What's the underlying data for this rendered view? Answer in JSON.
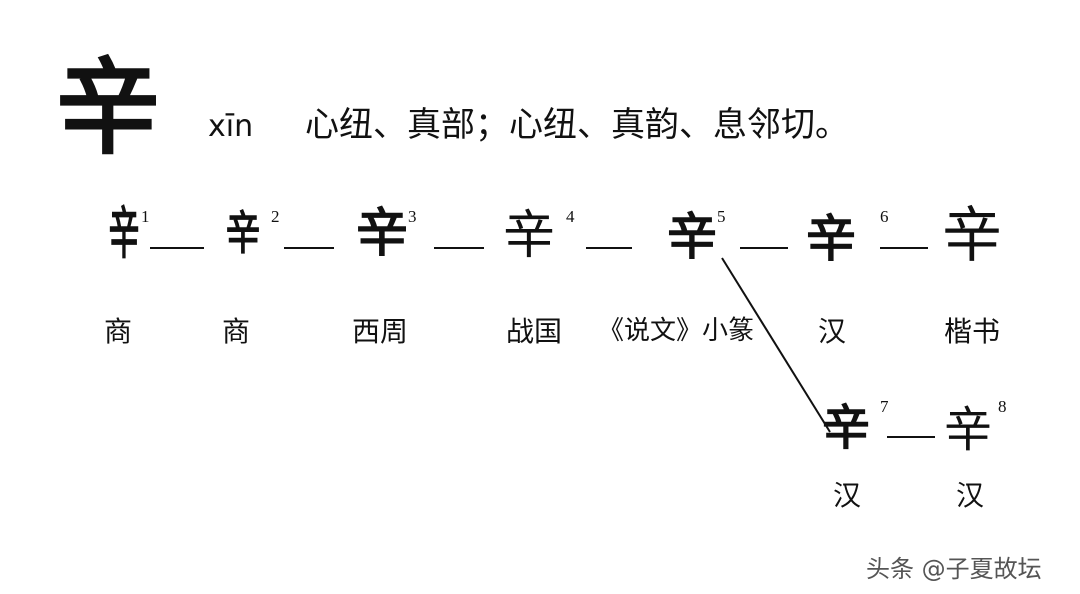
{
  "header": {
    "character": "辛",
    "pinyin": "xīn",
    "phonology": "心纽、真部；心纽、真韵、息邻切。"
  },
  "stages": [
    {
      "num": "1",
      "glyph": "辛",
      "label": "商"
    },
    {
      "num": "2",
      "glyph": "辛",
      "label": "商"
    },
    {
      "num": "3",
      "glyph": "辛",
      "label": "西周"
    },
    {
      "num": "4",
      "glyph": "辛",
      "label": "战国"
    },
    {
      "num": "5",
      "glyph": "辛",
      "label": "《说文》小篆"
    },
    {
      "num": "6",
      "glyph": "辛",
      "label": "汉"
    },
    {
      "glyph": "辛",
      "label": "楷书"
    }
  ],
  "branch": [
    {
      "num": "7",
      "glyph": "辛",
      "label": "汉"
    },
    {
      "num": "8",
      "glyph": "辛",
      "label": "汉"
    }
  ],
  "watermark": "头条 @子夏故坛"
}
